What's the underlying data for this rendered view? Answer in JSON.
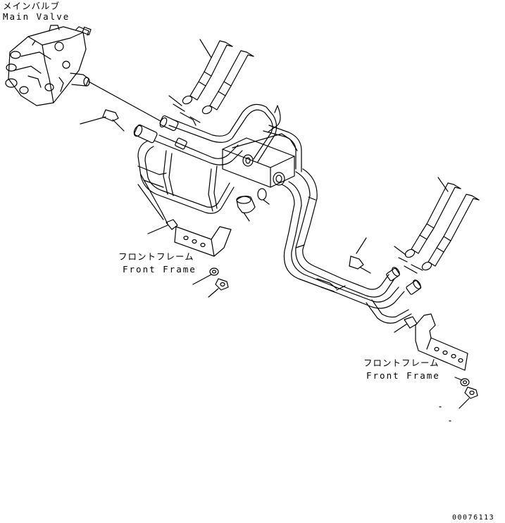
{
  "labels": {
    "main_valve_jp": "メインバルブ",
    "main_valve_en": "Main Valve",
    "front_frame_1_jp": "フロントフレーム",
    "front_frame_1_en": "Front Frame",
    "front_frame_2_jp": "フロントフレーム",
    "front_frame_2_en": "Front Frame",
    "drawing_code": "00076113"
  },
  "colors": {
    "line": "#000000",
    "background": "#ffffff"
  }
}
